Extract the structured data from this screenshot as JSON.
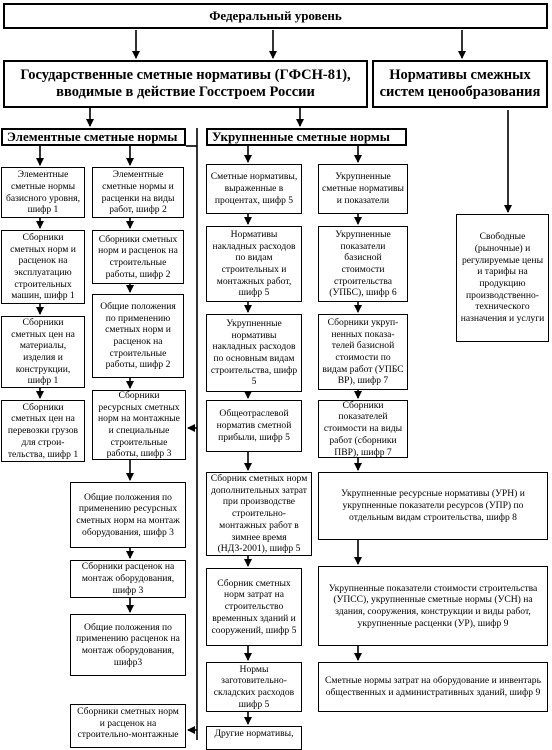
{
  "federal_level": "Федеральный уровень",
  "gfsn": "Государственные сметные нормативы (ГФСН-81), вводимые в действие Госстроем России",
  "related_norms": "Нормативы смежных систем ценообразования",
  "elemental_title": "Элементные сметные нормы",
  "enlarged_title": "Укрупненные сметные нормы",
  "free_prices": "Свободные (рыночные) и регулируемые цены и тарифы на продукцию производственно-технического назначения и услуги",
  "col_a": [
    "Элементные сметные нормы базисного уровня, шифр 1",
    "Сборники сметных норм и расценок на эксплуатацию строительных машин, шифр 1",
    "Сборники сметных цен на материалы, изделия и конструкции, шифр 1",
    "Сборники сметных цен на перевозки грузов для строи-тельства, шифр 1"
  ],
  "col_b": [
    "Элементные сметные нормы и расценки на виды работ, шифр 2",
    "Сборники сметных норм и расценок на строительные работы, шифр 2",
    "Общие положения по применению сметных норм и расценок на строительные работы, шифр 2",
    "Сборники ресурсных сметных норм на монтажные и специальные строительные работы, шифр 3"
  ],
  "col_c": [
    "Общие положения по применению ресурсных сметных норм на монтаж оборудования, шифр 3",
    "Сборники расценок на монтаж оборудования, шифр 3",
    "Общие положения по применению расценок на монтаж оборудования, шифр3",
    "Сборники сметных норм и расценок на строительно-монтажные"
  ],
  "col_d": [
    "Сметные нормативы, выраженные в процентах, шифр 5",
    "Нормативы накладных расходов по видам строительных и монтажных работ, шифр 5",
    "Укрупненные нормативы накладных расходов по основным видам строительства, шифр 5",
    "Общеотраслевой норматив сметной прибыли, шифр 5",
    "Сборник сметных норм дополнительных затрат при производстве строительно-монтажных работ в зимнее время (НДЗ-2001), шифр 5",
    "Сборник сметных норм затрат на строительство временных зданий и сооружений, шифр 5",
    "Нормы заготовительно-складских расходов шифр 5",
    "Другие нормативы,"
  ],
  "col_e": [
    "Укрупненные сметные нормативы и показатели",
    "Укрупненные показатели базисной стоимости строительства (УПБС), шифр 6",
    "Сборники укруп-ненных показа-телей базисной стоимости по видам работ (УПБС ВР), шифр 7",
    "Сборники показателей стоимости на виды работ (сборники ПВР), шифр 7"
  ],
  "wide_boxes": [
    "Укрупненные ресурсные нормативы (УРН) и укрупненные показатели ресурсов (УПР) по отдельным видам строительства, шифр 8",
    "Укрупненные показатели стоимости строительства (УПСС), укрупненные сметные нормы (УСН) на здания, сооружения, конструкции и виды работ, укрупненные расценки (УР), шифр 9",
    "Сметные нормы затрат на оборудование и инвентарь общественных и административных зданий, шифр 9"
  ]
}
